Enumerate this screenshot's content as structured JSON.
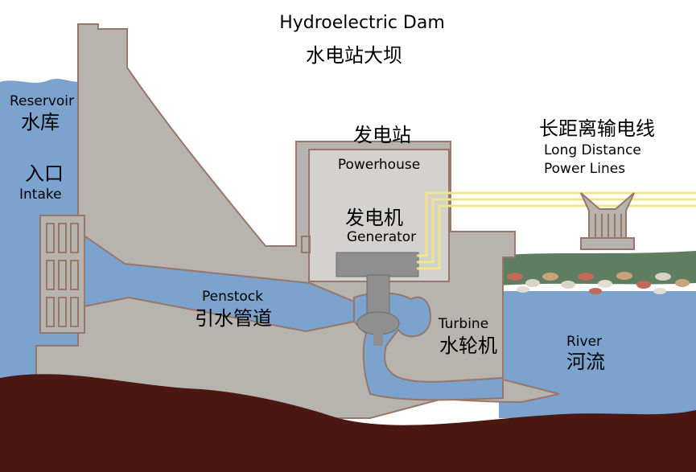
{
  "title": {
    "en": "Hydroelectric Dam",
    "zh": "水电站大坝"
  },
  "labels": {
    "reservoir": {
      "en": "Reservoir",
      "zh": "水库"
    },
    "intake": {
      "en": "Intake",
      "zh": "入口"
    },
    "powerhouse": {
      "en": "Powerhouse",
      "zh": "发电站"
    },
    "generator": {
      "en": "Generator",
      "zh": "发电机"
    },
    "penstock": {
      "en": "Penstock",
      "zh": "引水管道"
    },
    "turbine": {
      "en": "Turbine",
      "zh": "水轮机"
    },
    "river": {
      "en": "River",
      "zh": "河流"
    },
    "power_lines": {
      "en_line1": "Long Distance",
      "en_line2": "Power Lines",
      "zh": "长距离输电线"
    }
  },
  "colors": {
    "water": "#7ba3cd",
    "concrete": "#b7b3ae",
    "concrete_outline": "#98776a",
    "ground": "#4a1712",
    "grass": "#5e7e5f",
    "power_line": "#f3e48a",
    "machinery": "#8f8f8f"
  }
}
